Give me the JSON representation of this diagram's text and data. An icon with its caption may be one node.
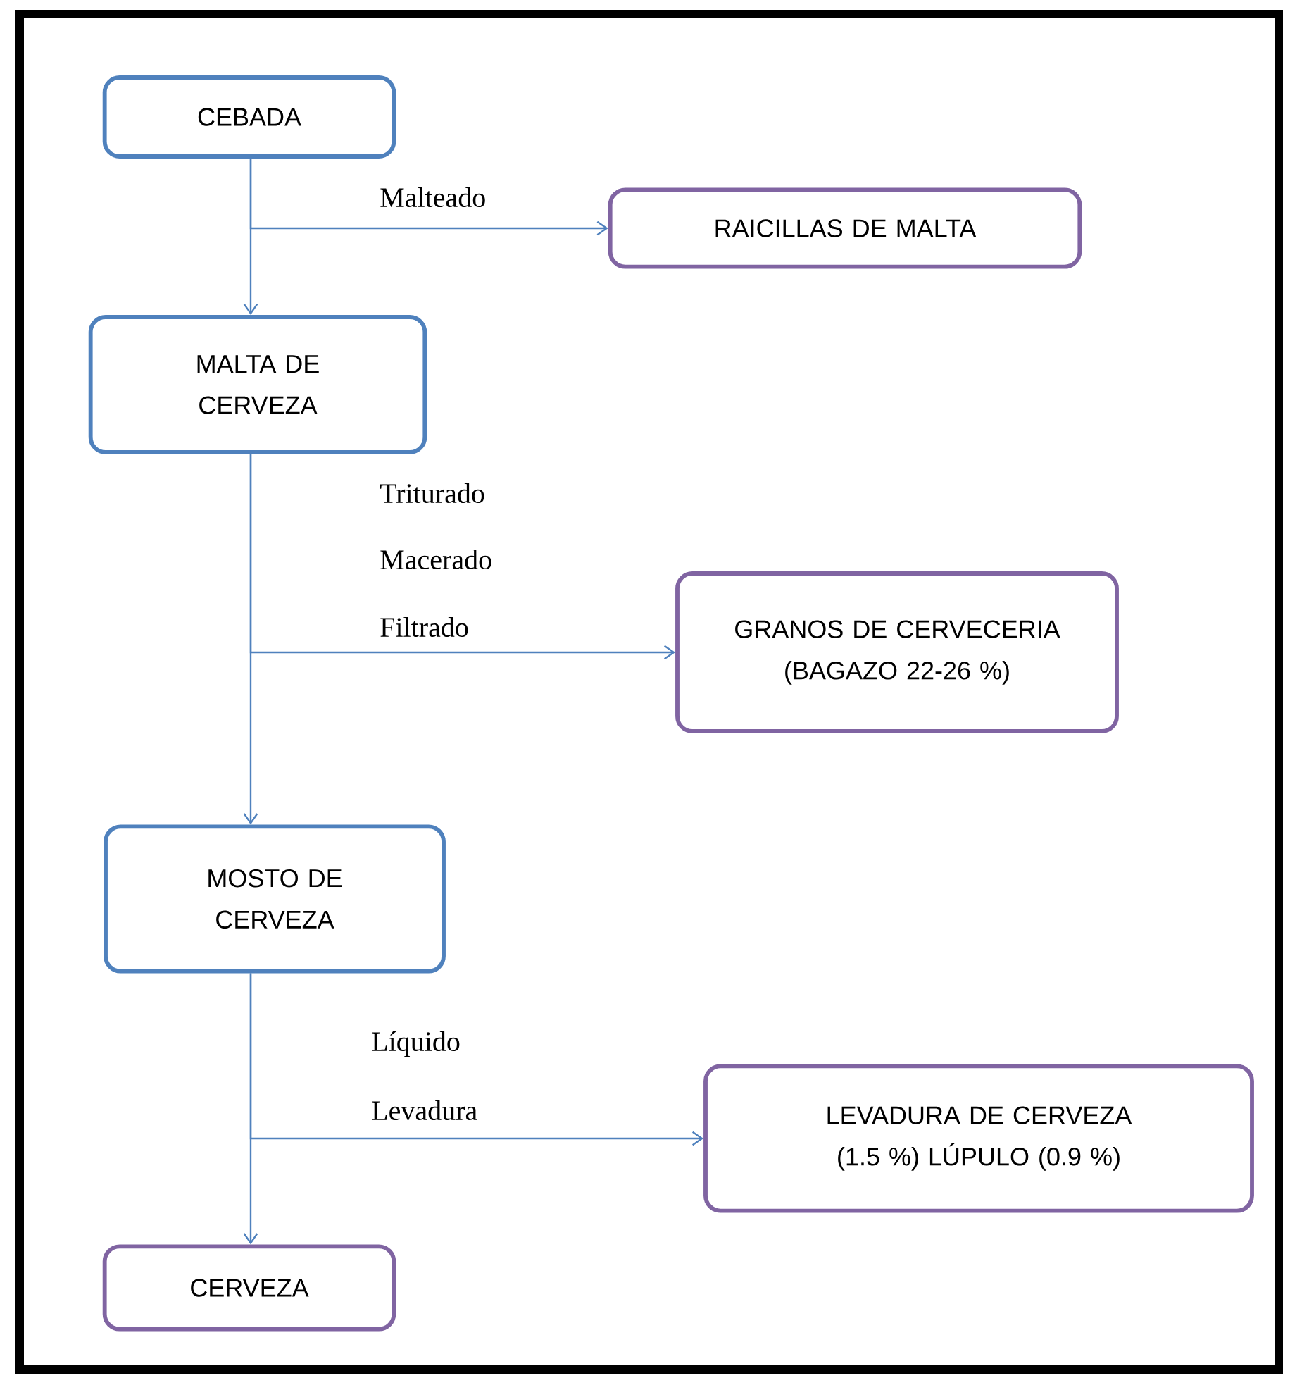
{
  "diagram": {
    "nodes": [
      {
        "text": [
          "CEBADA"
        ]
      },
      {
        "text": [
          "RAICILLAS DE MALTA"
        ]
      },
      {
        "text": [
          "MALTA DE CERVEZA"
        ]
      },
      {
        "text": [
          "GRANOS DE CERVECERIA (BAGAZO 22-26 %)"
        ]
      },
      {
        "text": [
          "MOSTO DE CERVEZA"
        ]
      },
      {
        "text": [
          "LEVADURA DE CERVEZA (1.5 %) LÚPULO (0.9 %)"
        ]
      },
      {
        "text": [
          "CERVEZA"
        ]
      }
    ],
    "edges": [
      {
        "from": 0,
        "to": 1,
        "arrow": "to",
        "label": "Malteado"
      },
      {
        "from": 0,
        "to": 2,
        "arrow": "to"
      },
      {
        "from": 2,
        "to": 3,
        "arrow": "to"
      },
      {
        "from": 2,
        "to": 4,
        "arrow": "to"
      },
      {
        "from": 4,
        "to": 5,
        "arrow": "to"
      },
      {
        "from": 4,
        "to": 6,
        "arrow": "to"
      }
    ],
    "labels": [
      "Triturado",
      "Macerado",
      "Filtrado",
      "Líquido",
      "Levadura"
    ]
  }
}
